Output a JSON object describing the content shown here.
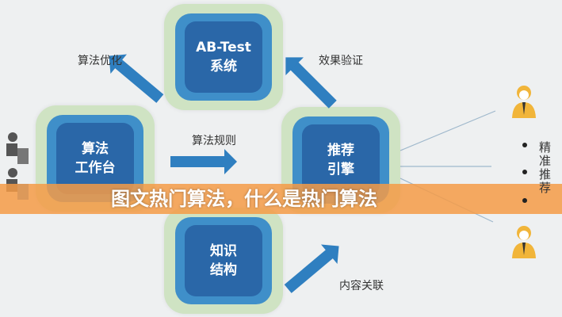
{
  "nodes": {
    "top": "AB-Test\n系统",
    "left": "算法\n工作台",
    "right": "推荐\n引擎",
    "bottom": "知识\n结构"
  },
  "labels": {
    "optimize": "算法优化",
    "verify": "效果验证",
    "rules": "算法规则",
    "content": "内容关联",
    "precise": "精准推荐"
  },
  "banner": {
    "title": "图文热门算法，什么是热门算法",
    "color": "#f59b46"
  },
  "colors": {
    "box_outer": "#cfe3c3",
    "box_inner": "#2a67a8",
    "arrow": "#2f7fc0"
  }
}
